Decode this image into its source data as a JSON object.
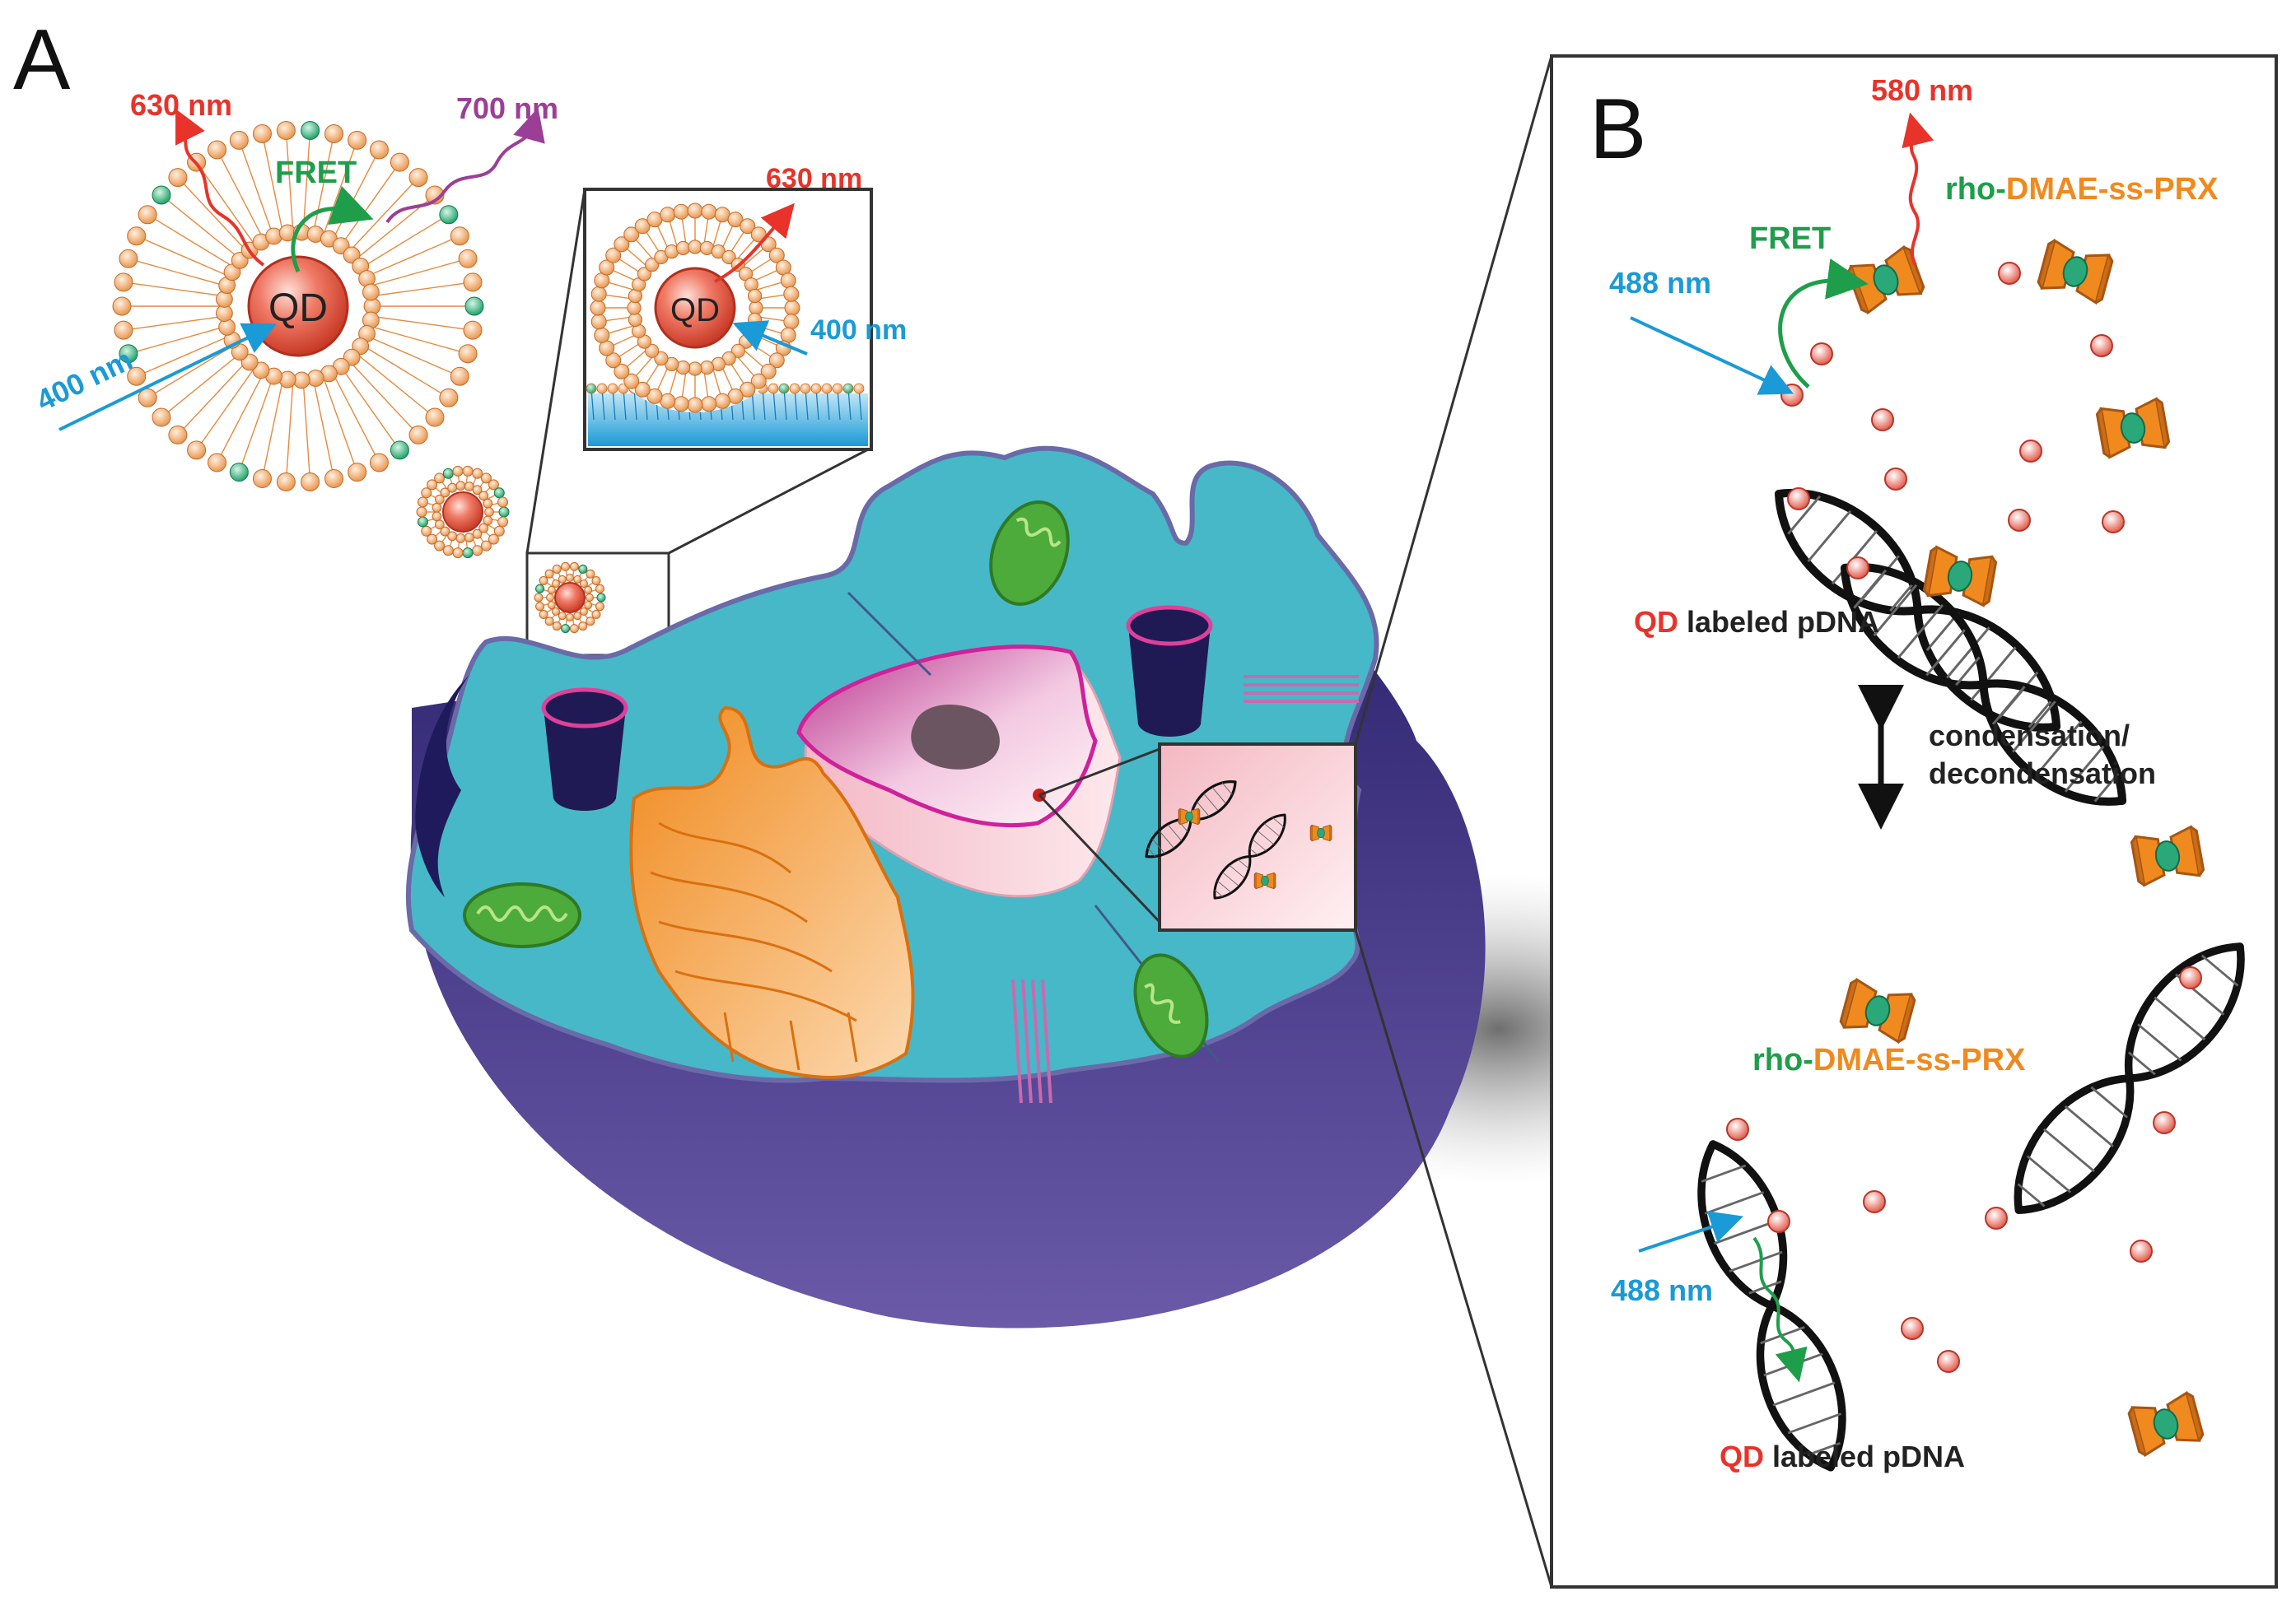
{
  "panel_a": {
    "letter": "A",
    "liposome": {
      "qd": "QD",
      "emit_630": "630 nm",
      "fret": "FRET",
      "emit_700": "700 nm",
      "excite_400": "400 nm"
    },
    "inset": {
      "qd": "QD",
      "emit_630": "630 nm",
      "excite_400": "400 nm"
    }
  },
  "panel_b": {
    "letter": "B",
    "top": {
      "emit_580": "580 nm",
      "fret": "FRET",
      "excite_488": "488 nm",
      "polyrotaxane_prefix": "rho-",
      "polyrotaxane_name": "DMAE-ss-PRX",
      "dna_prefix": "QD",
      "dna_label": " labeled pDNA"
    },
    "transition": {
      "line1": "condensation/",
      "line2": "decondensation"
    },
    "bottom": {
      "polyrotaxane_prefix": "rho-",
      "polyrotaxane_name": "DMAE-ss-PRX",
      "excite_488": "488 nm",
      "dna_prefix": "QD",
      "dna_label": " labeled pDNA"
    }
  },
  "colors": {
    "red_label": "#e8332a",
    "green_label": "#1e9e4a",
    "blue_label": "#1a9ad6",
    "purple_label": "#9b3f96",
    "orange_label": "#f08a1e",
    "cytoplasm": "#47b8c8",
    "cell_body": "#4a3d8c",
    "nucleus": "#c8479a",
    "golgi": "#f39a3c",
    "mitochondria": "#4cab3b",
    "quantum_dot": "#e8503a"
  }
}
